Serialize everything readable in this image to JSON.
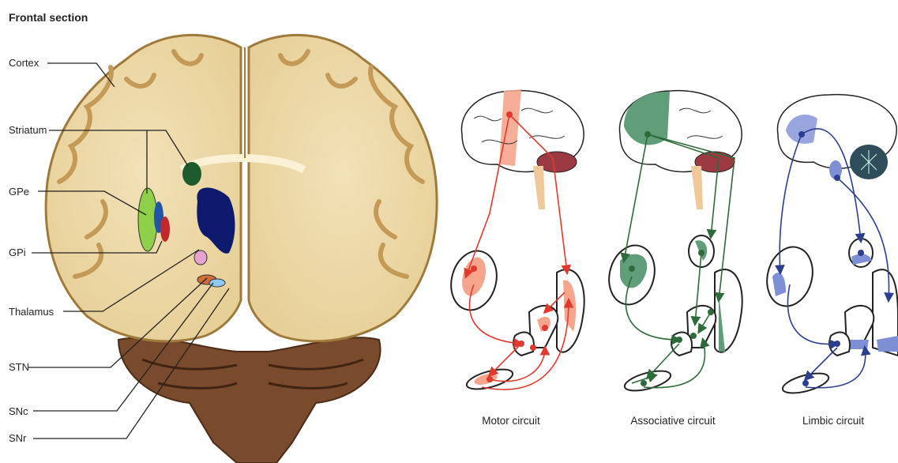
{
  "figure": {
    "title": "Frontal section"
  },
  "labels": {
    "cortex": "Cortex",
    "striatum": "Striatum",
    "gpe": "GPe",
    "gpi": "GPi",
    "thalamus": "Thalamus",
    "stn": "STN",
    "snc": "SNc",
    "snr": "SNr"
  },
  "circuits": [
    {
      "name": "Motor circuit",
      "color": "#e03a2f",
      "fill": "#f6a58d"
    },
    {
      "name": "Associative circuit",
      "color": "#2e6b3a",
      "fill": "#5f9e78"
    },
    {
      "name": "Limbic circuit",
      "color": "#2a3f8f",
      "fill": "#7f8fd6"
    }
  ],
  "structure_colors": {
    "striatum": "#1d5a2e",
    "gpe": "#8fd04a",
    "gpi": "#2255aa",
    "gpi_inner": "#c0282c",
    "thalamus": "#0d1a6e",
    "stn": "#e9a3d3",
    "snc": "#d36a3a",
    "snr": "#8ec8f0"
  }
}
